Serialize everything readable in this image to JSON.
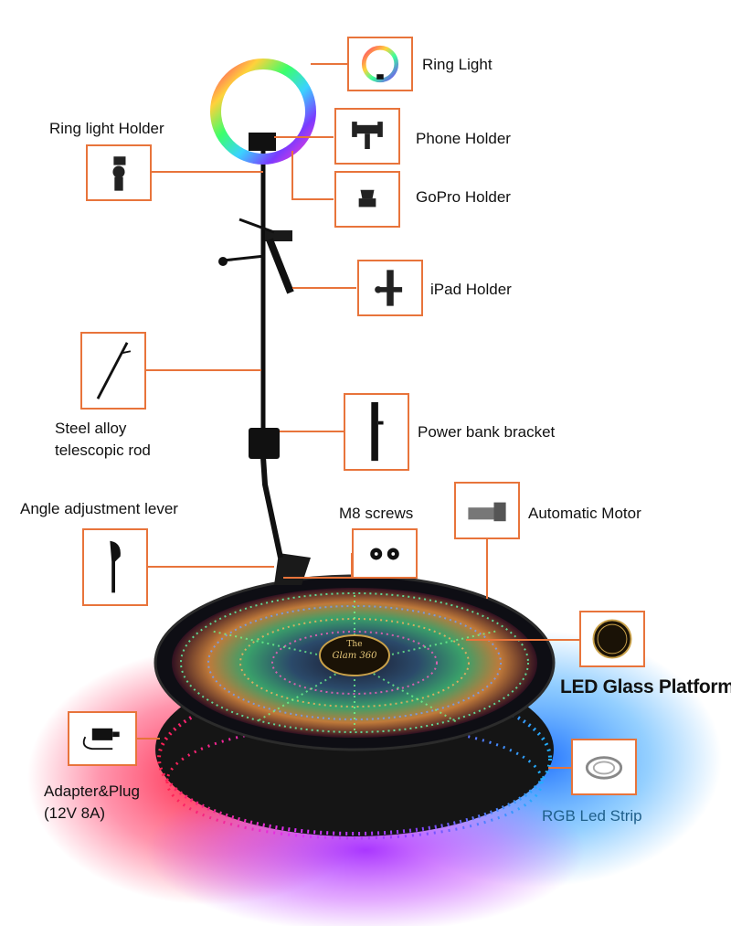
{
  "labels": {
    "ring_light": "Ring Light",
    "ring_light_holder": "Ring light Holder",
    "phone_holder": "Phone Holder",
    "gopro_holder": "GoPro Holder",
    "ipad_holder": "iPad Holder",
    "steel_rod_line1": "Steel alloy",
    "steel_rod_line2": "telescopic rod",
    "power_bank": "Power bank bracket",
    "angle_lever": "Angle adjustment lever",
    "m8_screws": "M8 screws",
    "motor": "Automatic Motor",
    "led_platform": "LED Glass Platform",
    "adapter_line1": "Adapter&Plug",
    "adapter_line2": "(12V 8A)",
    "rgb_strip": "RGB Led Strip"
  },
  "badge": {
    "line1": "The",
    "line2": "Glam 360"
  },
  "colors": {
    "callout": "#e8743b",
    "glow_left": "#ff2a4a",
    "glow_right": "#2a7bff",
    "glow_bottom": "#b52aff",
    "rgb_label": "#1f5f8a"
  }
}
